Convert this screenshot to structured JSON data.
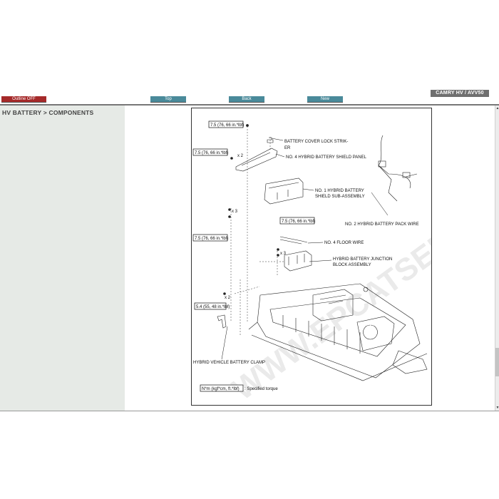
{
  "toolbar": {
    "outline_label": "Outline OFF",
    "top_label": "Top",
    "back_label": "Back",
    "new_label": "New",
    "vehicle": "CAMRY HV / AVV50"
  },
  "breadcrumb": "HV BATTERY > COMPONENTS",
  "scrollbar": {
    "up": "▲",
    "down": "▼"
  },
  "figure": {
    "watermark": "WWW.EPCATSERVICE.COM",
    "torque_1": "7.5 (76, 66 in.*lbf)",
    "torque_2": "7.5 (76, 66 in.*lbf)",
    "torque_3": "7.5 (76, 66 in.*lbf)",
    "torque_4": "7.5 (76, 66 in.*lbf)",
    "torque_5": "5.4 (55, 48 in.*lbf)",
    "x2_a": "x 2",
    "x3_a": "x 3",
    "x3_b": "x 3",
    "x2_b": "x 2",
    "battery_cover_lock_striker_1": "BATTERY COVER LOCK STRIK-",
    "battery_cover_lock_striker_2": "ER",
    "shield_panel": "NO. 4 HYBRID BATTERY SHIELD PANEL",
    "shield_subassembly_1": "NO. 1 HYBRID BATTERY",
    "shield_subassembly_2": "SHIELD SUB-ASSEMBLY",
    "pack_wire": "NO. 2 HYBRID BATTERY PACK WIRE",
    "floor_wire": "NO. 4 FLOOR WIRE",
    "junction_block_1": "HYBRID BATTERY JUNCTION",
    "junction_block_2": "BLOCK ASSEMBLY",
    "battery_clamp": "HYBRID VEHICLE BATTERY CLAMP",
    "legend_unit": "N*m (kgf*cm, ft.*lbf)",
    "legend_text": ": Specified torque"
  }
}
